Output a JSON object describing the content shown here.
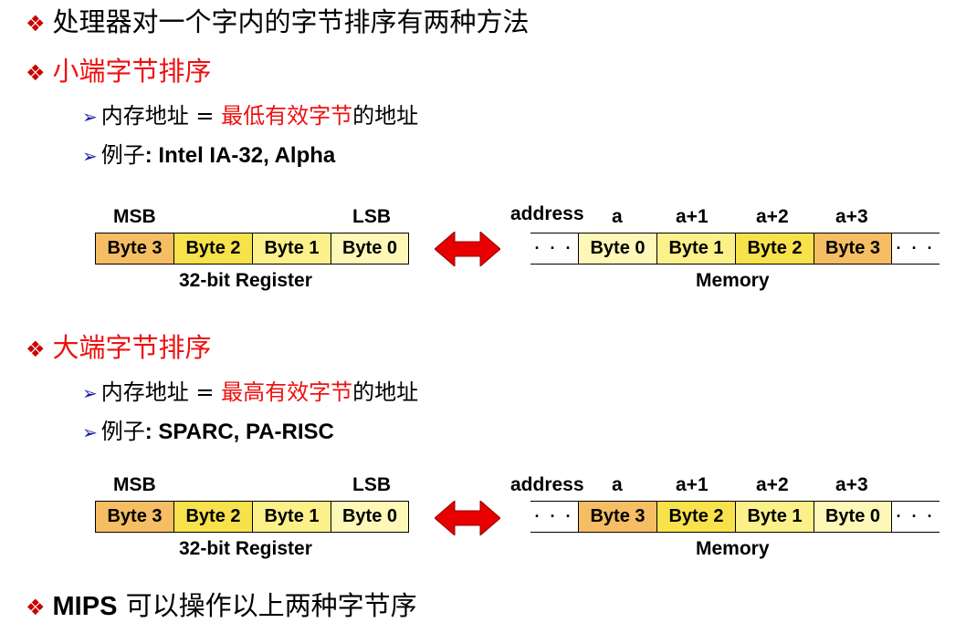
{
  "colors": {
    "byte3": "#f5bd64",
    "byte2": "#f8e24c",
    "byte1": "#fbf08a",
    "byte0": "#fdf8b8",
    "accent_red": "#ee1111",
    "bullet": "#cc0000",
    "sub_bullet": "#1a1aa8"
  },
  "line1": "处理器对一个字内的字节排序有两种方法",
  "little": {
    "title": "小端字节排序",
    "addr_pre": "内存地址 = ",
    "addr_red": "最低有效字节",
    "addr_post": "的地址",
    "ex_pre": "例子",
    "ex_val": ": Intel IA-32, Alpha",
    "register": [
      "Byte 3",
      "Byte 2",
      "Byte 1",
      "Byte 0"
    ],
    "memory": [
      "Byte 0",
      "Byte 1",
      "Byte 2",
      "Byte 3"
    ]
  },
  "big": {
    "title": "大端字节排序",
    "addr_pre": "内存地址 = ",
    "addr_red": "最高有效字节",
    "addr_post": "的地址",
    "ex_pre": "例子",
    "ex_val": ": SPARC, PA-RISC",
    "register": [
      "Byte 3",
      "Byte 2",
      "Byte 1",
      "Byte 0"
    ],
    "memory": [
      "Byte 3",
      "Byte 2",
      "Byte 1",
      "Byte 0"
    ]
  },
  "labels": {
    "msb": "MSB",
    "lsb": "LSB",
    "register": "32-bit Register",
    "memory": "Memory",
    "address": "address",
    "addrs": [
      "a",
      "a+1",
      "a+2",
      "a+3"
    ],
    "dots": "· · ·"
  },
  "mips_pre": "MIPS",
  "mips_post": " 可以操作以上两种字节序"
}
